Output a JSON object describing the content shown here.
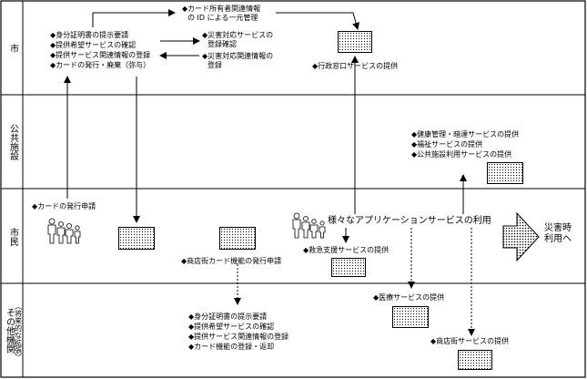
{
  "lanes": {
    "city": "市",
    "public_facilities": "公共施設",
    "citizen": "市民",
    "other_orgs": "その他機関",
    "other_orgs_note": "（将来的な拡張）"
  },
  "city": {
    "top_note_line1": "◆カード所有者関連情報",
    "top_note_line2": "の ID による一元管理",
    "list": [
      "◆身分証明書の提示要請",
      "◆提供希望サービスの確認",
      "◆提供サービス関連情報の登録",
      "◆カードの発行・廃棄（弥与）"
    ],
    "disaster_1_line1": "◆災害対応サービスの",
    "disaster_1_line2": "登録確認",
    "disaster_2_line1": "◆災害対応関連情報の",
    "disaster_2_line2": "登録",
    "admin_service": "◆行政窓口サービスの提供"
  },
  "public": {
    "services": [
      "◆健康管理・暗達サービスの提供",
      "◆福祉サービスの提供",
      "◆公共施設利用サービスの提供"
    ]
  },
  "citizen": {
    "card_apply": "◆カードの発行申請",
    "apps_banner": "様々なアプリケーションサービスの利用",
    "disaster_use_line1": "災害時",
    "disaster_use_line2": "利用へ",
    "emergency_service": "◆救急支援サービスの提供",
    "shop_apply": "◆商店街カード機能の発行申請"
  },
  "other": {
    "medical_service": "◆医療サービスの提供",
    "list": [
      "◆身分証明書の提示要請",
      "◆提供希望サービスの確認",
      "◆提供サービス関連情報の登録",
      "◆カード機能の登録・返却"
    ],
    "shop_service": "◆商店街サービスの提供"
  }
}
